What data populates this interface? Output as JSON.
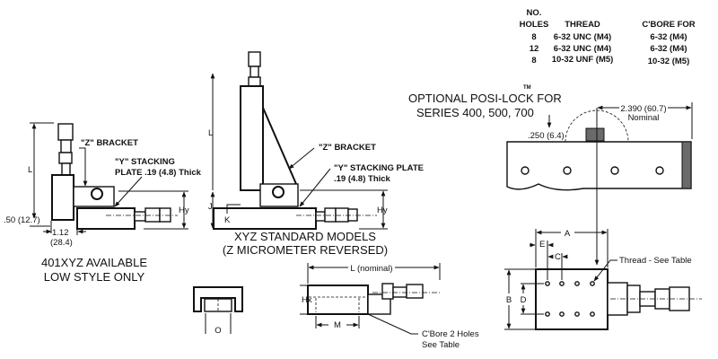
{
  "table": {
    "headers": {
      "holes_line1": "NO.",
      "holes_line2": "HOLES",
      "thread": "THREAD",
      "cbore": "C'BORE FOR"
    },
    "rows": [
      {
        "holes": "8",
        "thread": "6-32 UNC (M4)",
        "cbore": "6-32  (M4)"
      },
      {
        "holes": "12",
        "thread": "6-32 UNC (M4)",
        "cbore": "6-32  (M4)"
      },
      {
        "holes": "8",
        "thread": "10-32 UNF (M5)",
        "cbore": "10-32 (M5)"
      }
    ]
  },
  "posi_lock": {
    "trademark": "TM",
    "title_line1": "OPTIONAL POSI-LOCK FOR",
    "title_line2": "SERIES 400, 500, 700",
    "dim_length": "2.390 (60.7)",
    "dim_length_note": "Nominal",
    "dim_height": ".250 (6.4)"
  },
  "low_style": {
    "dim_l": "L",
    "dim_base": ".50 (12.7)",
    "dim_offset": "1.12",
    "dim_offset_metric": "(28.4)",
    "bracket_label": "\"Z\" BRACKET",
    "plate_label_line1": "\"Y\" STACKING",
    "plate_label_line2": "PLATE .19 (4.8) Thick",
    "dim_hy": "Hy",
    "caption_line1": "401XYZ AVAILABLE",
    "caption_line2": "LOW STYLE ONLY"
  },
  "standard": {
    "dim_l": "L",
    "dim_j": "J",
    "dim_k": "K",
    "bracket_label": "\"Z\" BRACKET",
    "plate_label_line1": "\"Y\" STACKING PLATE",
    "plate_label_line2": ".19 (4.8) Thick",
    "dim_hy": "Hy",
    "caption_line1": "XYZ STANDARD MODELS",
    "caption_line2": "(Z MICROMETER REVERSED)"
  },
  "end_view": {
    "dim_o": "O"
  },
  "side_view": {
    "dim_l": "L (nominal)",
    "dim_hx": "Hx",
    "dim_m": "M",
    "note_line1": "C'Bore 2 Holes",
    "note_line2": "See Table"
  },
  "top_view": {
    "dim_a": "A",
    "dim_b": "B",
    "dim_c": "C",
    "dim_d": "D",
    "dim_e": "E",
    "note": "Thread - See Table"
  }
}
